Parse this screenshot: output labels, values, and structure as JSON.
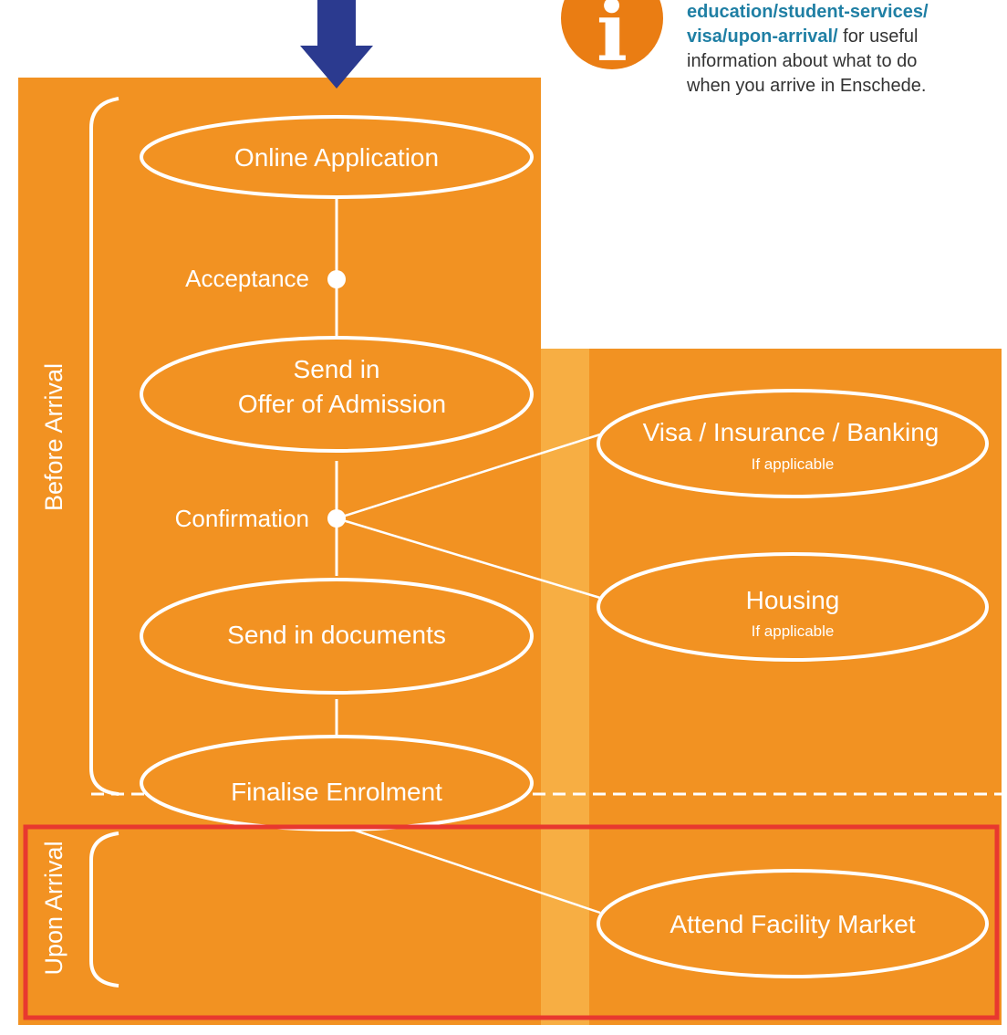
{
  "colors": {
    "background": "#ffffff",
    "panel": "#f29222",
    "panel_light": "#f7ae43",
    "line": "#ffffff",
    "arrow": "#2b3a8f",
    "info_icon": "#ea7d13",
    "link": "#1f7fa4",
    "highlight_box": "#e8382f",
    "body_text": "#333333"
  },
  "info": {
    "icon": "info-i-icon",
    "link_line1": "education/student-services/",
    "link_line2": "visa/upon-arrival/",
    "text_after_link": " for useful",
    "text_line3": "information about what to do",
    "text_line4": "when you arrive in Enschede."
  },
  "phases": {
    "before": "Before Arrival",
    "upon": "Upon Arrival"
  },
  "steps": {
    "online_application": "Online Application",
    "offer_line1": "Send in",
    "offer_line2": "Offer of Admission",
    "send_documents": "Send in documents",
    "finalise": "Finalise Enrolment"
  },
  "connectors": {
    "acceptance": "Acceptance",
    "confirmation": "Confirmation"
  },
  "side_steps": {
    "visa_title": "Visa / Insurance / Banking",
    "visa_note": "If applicable",
    "housing_title": "Housing",
    "housing_note": "If applicable",
    "facility_market": "Attend Facility Market"
  }
}
